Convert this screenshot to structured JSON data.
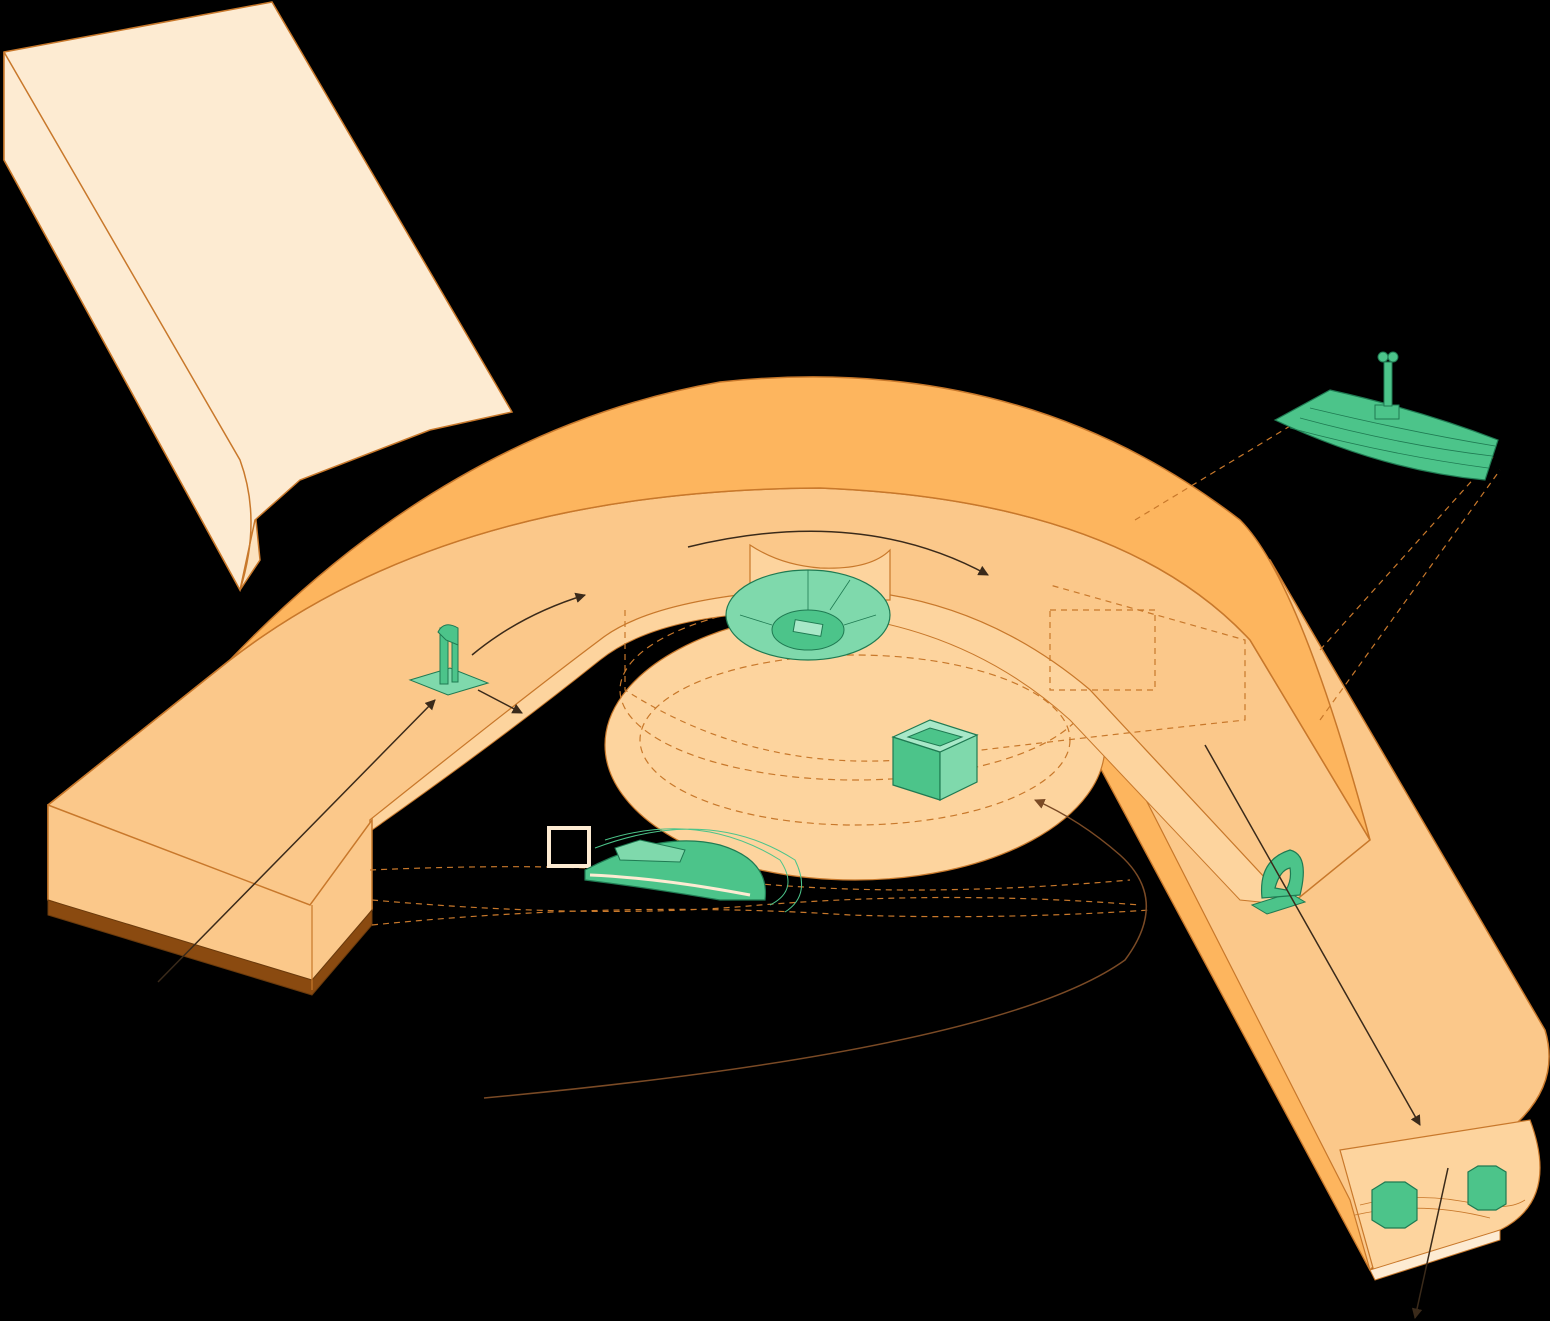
{
  "diagram": {
    "background": "#000000",
    "colors": {
      "tower_face": "#FDEBD2",
      "tower_side": "#FCE2BE",
      "arc_top": "#FDB55E",
      "arc_front": "#FBC88A",
      "arc_floor": "#FDD49E",
      "outline": "#C8782B",
      "dashed": "#C8782B",
      "slab_bottom": "#8A4A10",
      "exhibit": "#4CC48A",
      "exhibit_light": "#7FD9AC",
      "exhibit_outline": "#1F7A52",
      "flow_arrow": "#3A2A1A",
      "path_line": "#7A4A25"
    },
    "elements": {
      "tower": "tower-block",
      "arc": "arc-gallery",
      "right_wing": "descending-wing",
      "central_court": "central-courtyard",
      "exhibits": [
        "bone-sculpture-on-stepped-base",
        "totem-sculpture-on-plinth",
        "artifact-disc-in-chamber",
        "open-cube-vitrine",
        "boat-model-with-ripples",
        "loop-sculpture",
        "twin-octagonal-pedestals"
      ],
      "circulation": [
        "entry-arrow",
        "gallery-flow-arrow",
        "branch-arrow",
        "court-arc-arrow",
        "descent-arrow",
        "return-path",
        "exit-arrow"
      ]
    }
  }
}
